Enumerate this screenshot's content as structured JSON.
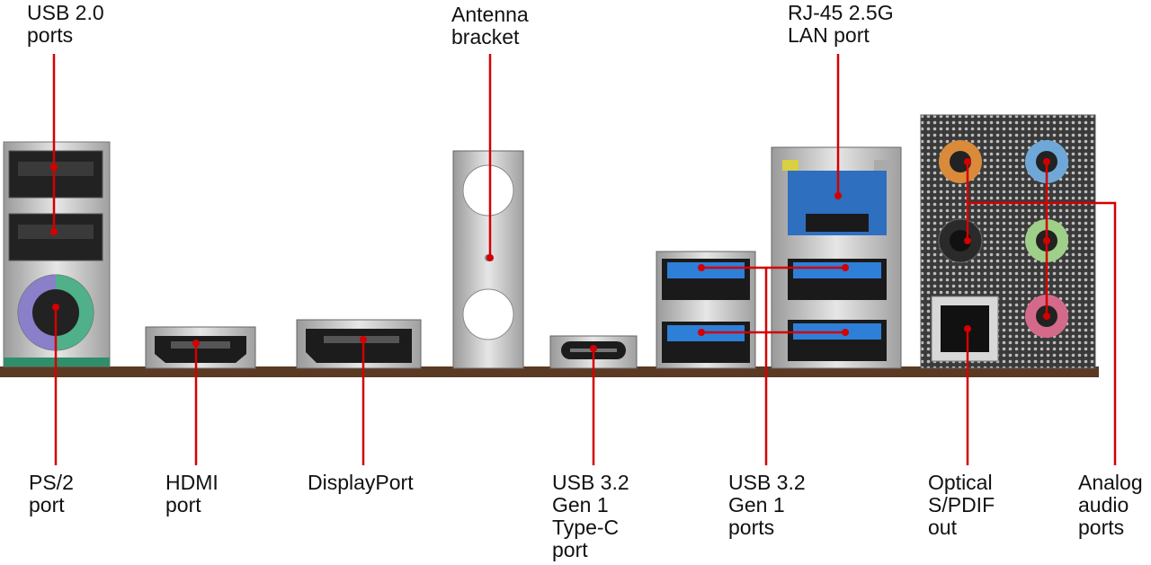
{
  "colors": {
    "leader": "#d40000",
    "board": "#5a3a22",
    "metal": "#c9c9c9",
    "usb3_blue": "#2e7fd8",
    "usb2_black": "#1a1a1a",
    "ps2_purple": "#8a7fc9",
    "ps2_green": "#4fb08a",
    "audio_orange": "#d98a3a",
    "audio_blue": "#6fa8d8",
    "audio_black": "#222222",
    "audio_green": "#9fd08a",
    "audio_pink": "#d46a8a"
  },
  "labels": {
    "usb20": "USB 2.0\nports",
    "antenna": "Antenna\nbracket",
    "rj45": "RJ-45 2.5G\nLAN port",
    "ps2": "PS/2\nport",
    "hdmi": "HDMI\nport",
    "displayport": "DisplayPort",
    "usbc": "USB 3.2\nGen 1\nType-C\nport",
    "usb32": "USB 3.2\nGen 1\nports",
    "spdif": "Optical\nS/PDIF\nout",
    "audio": "Analog\naudio\nports"
  }
}
